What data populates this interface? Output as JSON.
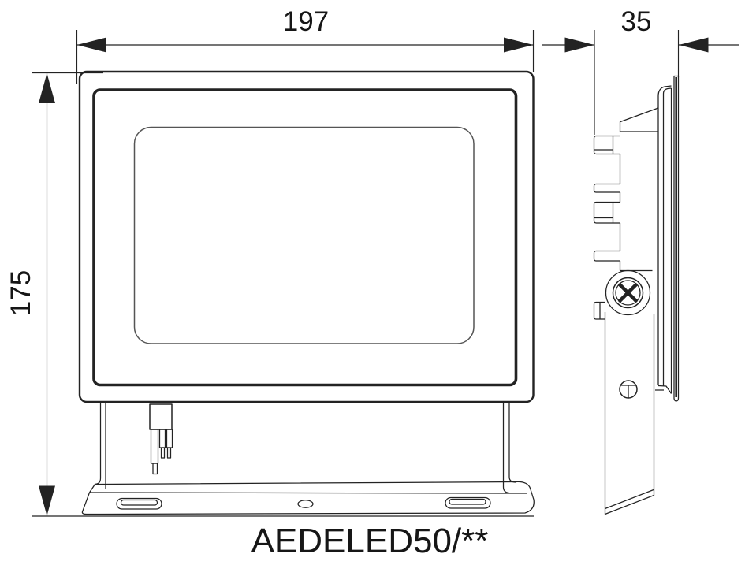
{
  "drawing": {
    "model_label": "AEDELED50/**",
    "dimensions": {
      "front_width_mm": "197",
      "side_depth_mm": "35",
      "front_height_mm": "175"
    },
    "colors": {
      "line": "#232323",
      "soft": "#555555",
      "bg": "#ffffff"
    }
  }
}
